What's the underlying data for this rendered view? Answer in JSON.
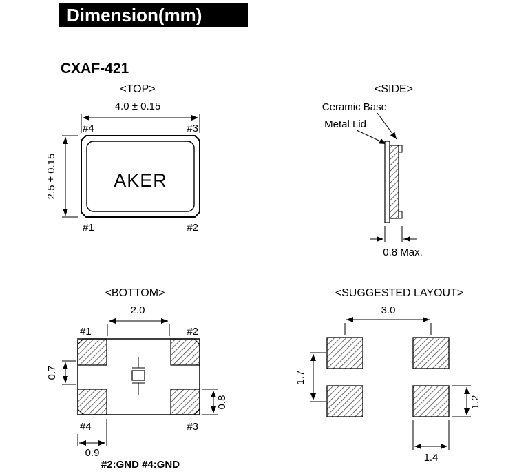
{
  "header": {
    "title": "Dimension(mm)"
  },
  "model": "CXAF-421",
  "top_view": {
    "label": "<TOP>",
    "width_dim": "4.0 ± 0.15",
    "height_dim": "2.5 ± 0.15",
    "brand": "AKER",
    "pin_top_left": "#4",
    "pin_top_right": "#3",
    "pin_bottom_left": "#1",
    "pin_bottom_right": "#2"
  },
  "side_view": {
    "label": "<SIDE>",
    "callout_ceramic_base": "Ceramic Base",
    "callout_metal_lid": "Metal Lid",
    "thickness_dim": "0.8 Max."
  },
  "bottom_view": {
    "label": "<BOTTOM>",
    "pitch_dim": "2.0",
    "left_dim": "0.7",
    "right_dim": "0.8",
    "pad_width_dim": "0.9",
    "pin_top_left": "#1",
    "pin_top_right": "#2",
    "pin_bottom_left": "#4",
    "pin_bottom_right": "#3",
    "gnd_note": "#2:GND  #4:GND"
  },
  "layout_view": {
    "label": "<SUGGESTED LAYOUT>",
    "horizontal_pitch_dim": "3.0",
    "vertical_pitch_dim": "1.7",
    "pad_height_dim": "1.2",
    "pad_width_dim": "1.4"
  }
}
